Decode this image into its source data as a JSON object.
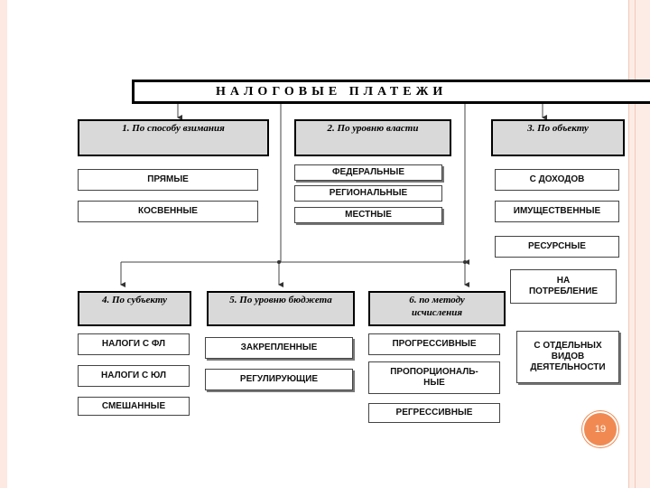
{
  "title": "НАЛОГОВЫЕ ПЛАТЕЖИ",
  "categories": {
    "by_method": "1.     По способу взимания",
    "by_level": "2. По уровню власти",
    "by_object": "3. По объекту",
    "by_subject": "4. По субъекту",
    "by_budget": "5. По уровню бюджета",
    "by_calc": "6. по методу исчисления"
  },
  "items": {
    "direct": "ПРЯМЫЕ",
    "indirect": "КОСВЕННЫЕ",
    "federal": "ФЕДЕРАЛЬНЫЕ",
    "regional": "РЕГИОНАЛЬНЫЕ",
    "local": "МЕСТНЫЕ",
    "income": "С ДОХОДОВ",
    "property": "ИМУЩЕСТВЕННЫЕ",
    "resource": "РЕСУРСНЫЕ",
    "consumption": "НА ПОТРЕБЛЕНИЕ",
    "activities": "С ОТДЕЛЬНЫХ ВИДОВ ДЕЯТЕЛЬНОСТИ",
    "individuals": "НАЛОГИ С ФЛ",
    "legal": "НАЛОГИ С ЮЛ",
    "mixed": "СМЕШАННЫЕ",
    "fixed": "ЗАКРЕПЛЕННЫЕ",
    "regulating": "РЕГУЛИРУЮЩИЕ",
    "progressive": "ПРОГРЕССИВНЫЕ",
    "proportional": "ПРОПОРЦИОНАЛЬ-НЫЕ",
    "regressive": "РЕГРЕССИВНЫЕ"
  },
  "page_number": "19"
}
